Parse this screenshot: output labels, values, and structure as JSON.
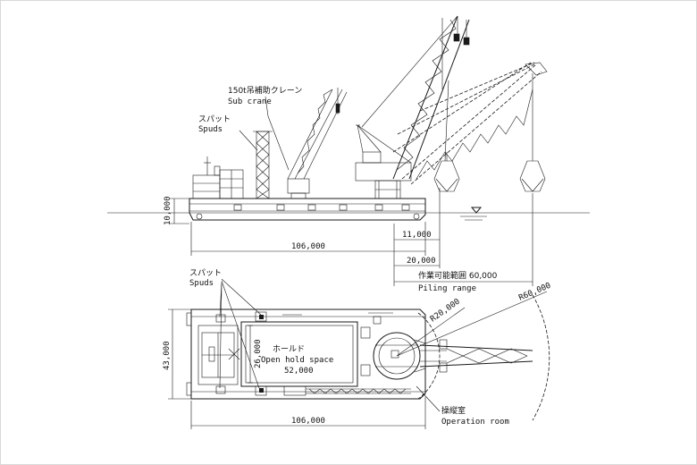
{
  "side_view": {
    "sub_crane_jp": "150t吊補助クレーン",
    "sub_crane_en": "Sub crane",
    "spuds_jp": "スパット",
    "spuds_en": "Spuds",
    "draft_dim": "10,000",
    "length_dim": "106,000",
    "dim_11000": "11,000",
    "dim_20000": "20,000",
    "piling_range_jp": "作業可能範囲 60,000",
    "piling_range_en": "Piling range"
  },
  "plan_view": {
    "spuds_jp": "スパット",
    "spuds_en": "Spuds",
    "width_dim": "43,000",
    "hold_width_dim": "26,000",
    "hold_jp": "ホールド",
    "hold_en": "Open hold space",
    "hold_length_dim": "52,000",
    "r20": "R20,000",
    "r60": "R60,000",
    "operation_jp": "操縦室",
    "operation_en": "Operation room",
    "length_dim": "106,000"
  }
}
